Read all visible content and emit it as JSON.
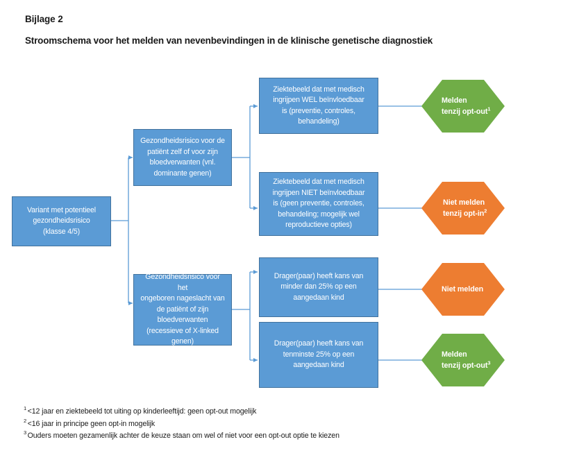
{
  "heading": {
    "line1": "Bijlage 2",
    "line2": "Stroomschema voor het melden van nevenbevindingen in de klinische genetische diagnostiek"
  },
  "colors": {
    "process_fill": "#5B9BD5",
    "process_border": "#41719C",
    "report_green": "#70AD47",
    "no_report_orange": "#ED7D31",
    "connector": "#5B9BD5",
    "text_on_shape": "#FFFFFF",
    "body_text": "#1A1A1A"
  },
  "diagram": {
    "type": "flowchart",
    "start": {
      "id": "variant",
      "label": "Variant met potentieel gezondheidsrisico (klasse 4/5)",
      "lines": [
        "Variant met potentieel",
        "gezondheidsrisico",
        "(klasse 4/5)"
      ],
      "shape": "process",
      "color": "#5B9BD5"
    },
    "branches": [
      {
        "id": "branch-somatic-risk",
        "label": "Gezondheidsrisico voor de patiënt zelf of voor zijn bloedverwanten (vnl. dominante genen)",
        "lines": [
          "Gezondheidsrisico voor de",
          "patiënt zelf of voor zijn",
          "bloedverwanten (vnl.",
          "dominante genen)"
        ],
        "shape": "process",
        "color": "#5B9BD5"
      },
      {
        "id": "branch-offspring-risk",
        "label": "Gezondheidsrisico voor het ongeboren nageslacht van de patiënt of zijn bloedverwanten (recessieve of X-linked genen)",
        "lines": [
          "Gezondheidsrisico voor het",
          "ongeboren nageslacht van",
          "de patiënt of zijn",
          "bloedverwanten",
          "(recessieve of X-linked",
          "genen)"
        ],
        "shape": "process",
        "color": "#5B9BD5"
      }
    ],
    "conditions": [
      {
        "id": "cond-actionable",
        "label": "Ziektebeeld dat met medisch ingrijpen WEL beïnvloedbaar is (preventie, controles, behandeling)",
        "lines": [
          "Ziektebeeld dat met medisch",
          "ingrijpen WEL beïnvloedbaar",
          "is (preventie, controles,",
          "behandeling)"
        ],
        "shape": "process",
        "color": "#5B9BD5"
      },
      {
        "id": "cond-not-actionable",
        "label": "Ziektebeeld dat met medisch ingrijpen NIET beïnvloedbaar is (geen preventie, controles, behandeling; mogelijk wel reproductieve opties)",
        "lines": [
          "Ziektebeeld dat met medisch",
          "ingrijpen NIET beïnvloedbaar",
          "is (geen preventie, controles,",
          "behandeling; mogelijk wel",
          "reproductieve opties)"
        ],
        "shape": "process",
        "color": "#5B9BD5"
      },
      {
        "id": "cond-low-risk",
        "label": "Drager(paar) heeft kans van minder dan 25% op een aangedaan kind",
        "lines": [
          "Drager(paar) heeft kans van",
          "minder dan 25% op een",
          "aangedaan kind"
        ],
        "shape": "process",
        "color": "#5B9BD5"
      },
      {
        "id": "cond-high-risk",
        "label": "Drager(paar) heeft kans van tenminste 25% op een aangedaan kind",
        "lines": [
          "Drager(paar) heeft kans van",
          "tenminste 25% op een",
          "aangedaan kind"
        ],
        "shape": "process",
        "color": "#5B9BD5"
      }
    ],
    "outcomes": [
      {
        "id": "outcome-report-optout-1",
        "lines": [
          "Melden",
          "tenzij opt-out"
        ],
        "footnote_marker": "1",
        "label": "Melden tenzij opt-out¹",
        "shape": "hexagon",
        "color": "#70AD47"
      },
      {
        "id": "outcome-no-report-optin-2",
        "lines": [
          "Niet melden",
          "tenzij opt-in"
        ],
        "footnote_marker": "2",
        "label": "Niet melden tenzij opt-in²",
        "shape": "hexagon",
        "color": "#ED7D31"
      },
      {
        "id": "outcome-no-report",
        "lines": [
          "Niet melden"
        ],
        "footnote_marker": "",
        "label": "Niet melden",
        "shape": "hexagon",
        "color": "#ED7D31"
      },
      {
        "id": "outcome-report-optout-3",
        "lines": [
          "Melden",
          "tenzij opt-out"
        ],
        "footnote_marker": "3",
        "label": "Melden tenzij opt-out³",
        "shape": "hexagon",
        "color": "#70AD47"
      }
    ]
  },
  "footnotes": [
    {
      "marker": "1",
      "text": "<12 jaar en ziektebeeld tot uiting op kinderleeftijd: geen opt-out mogelijk"
    },
    {
      "marker": "2",
      "text": "<16 jaar in principe geen opt-in mogelijk"
    },
    {
      "marker": "3",
      "text": "Ouders moeten gezamenlijk achter de keuze staan om wel of niet voor een opt-out optie te kiezen"
    }
  ]
}
